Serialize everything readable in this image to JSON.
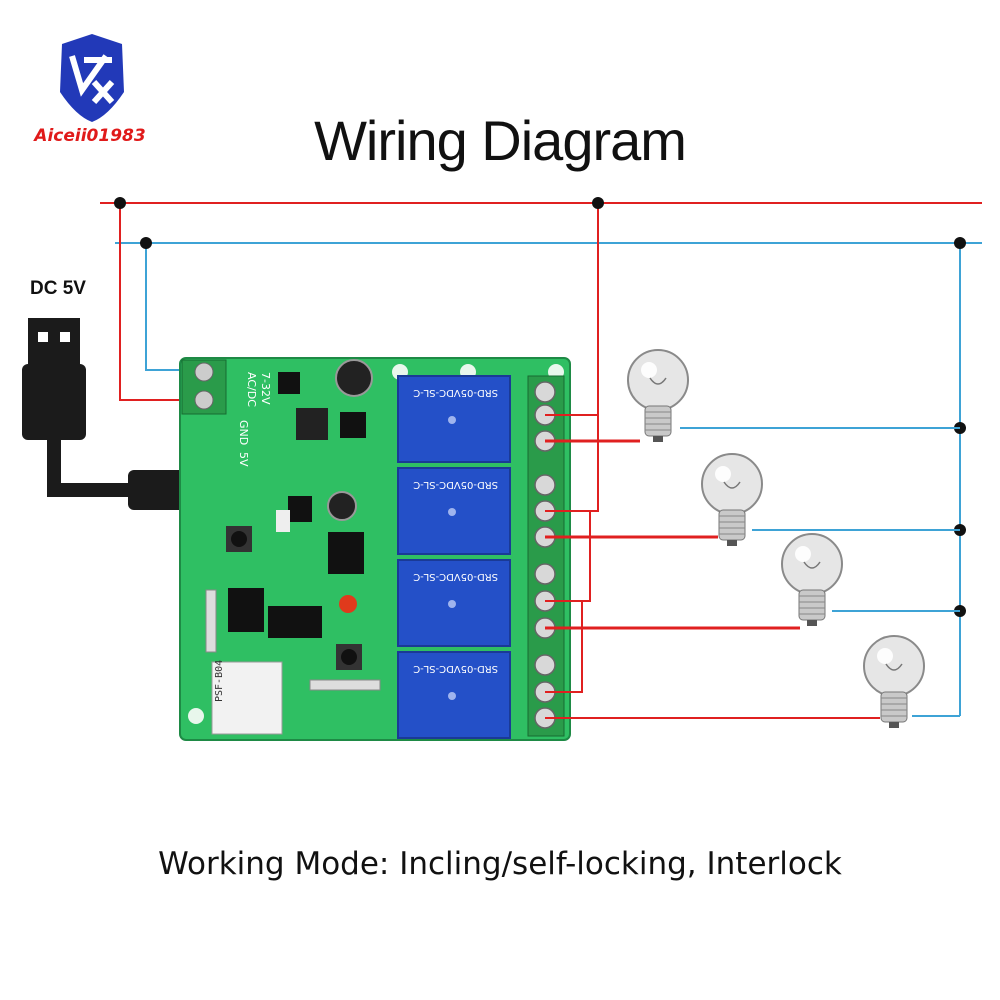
{
  "title": "Wiring Diagram",
  "brand": {
    "name": "Aiceii01983",
    "color": "#e01a1a",
    "shield_color": "#2239b8"
  },
  "power_label": "DC 5V",
  "footer": "Working Mode: Incling/self-locking, Interlock",
  "colors": {
    "live_wire": "#e02020",
    "neutral_wire": "#3ea3d6",
    "board": "#2fbf63",
    "relay": "#2450c8"
  },
  "relays": [
    {
      "text": "SRD-05VDC-SL-C"
    },
    {
      "text": "SRD-05VDC-SL-C"
    },
    {
      "text": "SRD-05VDC-SL-C"
    },
    {
      "text": "SRD-05VDC-SL-C"
    }
  ],
  "module_label": "PSF-B04",
  "board_marks": [
    "AC/DC",
    "7-32V",
    "GND",
    "5V"
  ],
  "bulb_count": 4
}
